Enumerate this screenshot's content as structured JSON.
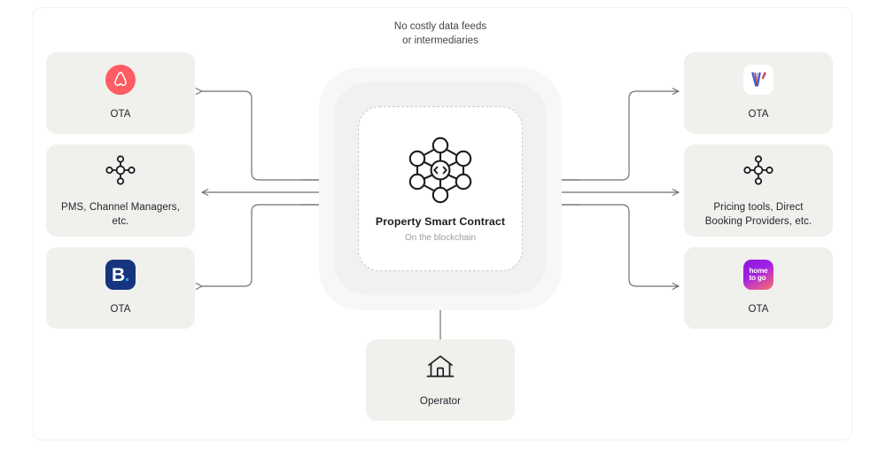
{
  "caption": {
    "line1": "No costly data feeds",
    "line2": "or intermediaries"
  },
  "center": {
    "title": "Property Smart Contract",
    "subtitle": "On the blockchain",
    "icon": "blockchain-network-icon"
  },
  "left_cards": [
    {
      "id": "ota-airbnb",
      "label": "OTA",
      "icon": "airbnb-logo-icon"
    },
    {
      "id": "pms",
      "label": "PMS, Channel Managers, etc.",
      "icon": "hub-spoke-icon"
    },
    {
      "id": "ota-booking",
      "label": "OTA",
      "icon": "booking-logo-icon"
    }
  ],
  "right_cards": [
    {
      "id": "ota-vrbo",
      "label": "OTA",
      "icon": "vrbo-logo-icon"
    },
    {
      "id": "pricing",
      "label": "Pricing tools, Direct Booking Providers, etc.",
      "icon": "hub-spoke-icon"
    },
    {
      "id": "ota-htg",
      "label": "OTA",
      "icon": "hometogo-logo-icon"
    }
  ],
  "bottom_card": {
    "id": "operator",
    "label": "Operator",
    "icon": "house-icon"
  },
  "logos": {
    "booking_mark": "B",
    "booking_dot": ".",
    "hometogo_line1": "home",
    "hometogo_line2": "to go"
  },
  "colors": {
    "card_bg": "#f0f0ed",
    "halo_outer": "#f7f7f6",
    "halo_mid": "#f1f1ef",
    "wire": "#6e7276",
    "airbnb": "#fd5c63",
    "booking": "#16357e",
    "booking_dot": "#2e9ae0",
    "hometogo_from": "#8b18d6",
    "hometogo_to": "#f2705f",
    "text_primary": "#23262b",
    "text_muted": "#9a9da1"
  }
}
